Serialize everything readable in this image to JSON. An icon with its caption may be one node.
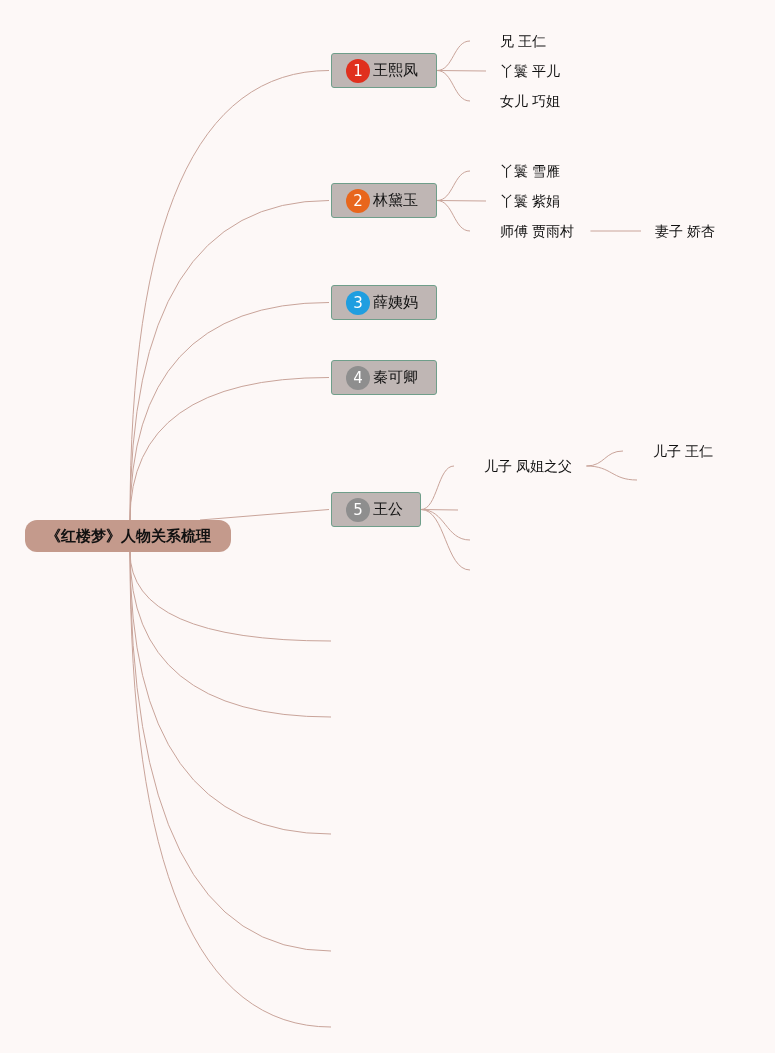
{
  "diagram": {
    "nodes": [
      {
        "text": [
          "《红楼梦》人物关系梳理"
        ]
      },
      {
        "text": [
          "1",
          "王熙凤"
        ]
      },
      {
        "text": [
          "兄 王仁"
        ]
      },
      {
        "text": [
          "丫鬟 平儿"
        ]
      },
      {
        "text": [
          "女儿 巧姐"
        ]
      },
      {
        "text": [
          "2",
          "林黛玉"
        ]
      },
      {
        "text": [
          "丫鬟 雪雁"
        ]
      },
      {
        "text": [
          "丫鬟 紫娟"
        ]
      },
      {
        "text": [
          "师傅 贾雨村"
        ]
      },
      {
        "text": [
          "妻子 娇杏"
        ]
      },
      {
        "text": [
          "3",
          "薛姨妈"
        ]
      },
      {
        "text": [
          "4",
          "秦可卿"
        ]
      },
      {
        "text": [
          "5",
          "王公"
        ]
      },
      {
        "text": [
          "儿子 凤姐之父"
        ]
      },
      {
        "text": [
          "儿子 王仁"
        ]
      }
    ],
    "edges": [
      {
        "from": 0,
        "to": 1,
        "arrow": "none"
      },
      {
        "from": 0,
        "to": 5,
        "arrow": "none"
      },
      {
        "from": 0,
        "to": 10,
        "arrow": "none"
      },
      {
        "from": 0,
        "to": 11,
        "arrow": "none"
      },
      {
        "from": 0,
        "to": 12,
        "arrow": "none"
      },
      {
        "from": 0,
        "to": null,
        "arrow": "none"
      },
      {
        "from": 0,
        "to": null,
        "arrow": "none"
      },
      {
        "from": 0,
        "to": null,
        "arrow": "none"
      },
      {
        "from": 0,
        "to": null,
        "arrow": "none"
      },
      {
        "from": 0,
        "to": null,
        "arrow": "none"
      },
      {
        "from": 1,
        "to": 2,
        "arrow": "none"
      },
      {
        "from": 1,
        "to": 3,
        "arrow": "none"
      },
      {
        "from": 1,
        "to": 4,
        "arrow": "none"
      },
      {
        "from": 5,
        "to": 6,
        "arrow": "none"
      },
      {
        "from": 5,
        "to": 7,
        "arrow": "none"
      },
      {
        "from": 5,
        "to": 8,
        "arrow": "none"
      },
      {
        "from": 8,
        "to": 9,
        "arrow": "none"
      },
      {
        "from": 12,
        "to": 13,
        "arrow": "none"
      },
      {
        "from": 12,
        "to": null,
        "arrow": "none"
      },
      {
        "from": 12,
        "to": null,
        "arrow": "none"
      },
      {
        "from": 12,
        "to": null,
        "arrow": "none"
      },
      {
        "from": 13,
        "to": 14,
        "arrow": "none"
      },
      {
        "from": 13,
        "to": null,
        "arrow": "none"
      }
    ]
  }
}
